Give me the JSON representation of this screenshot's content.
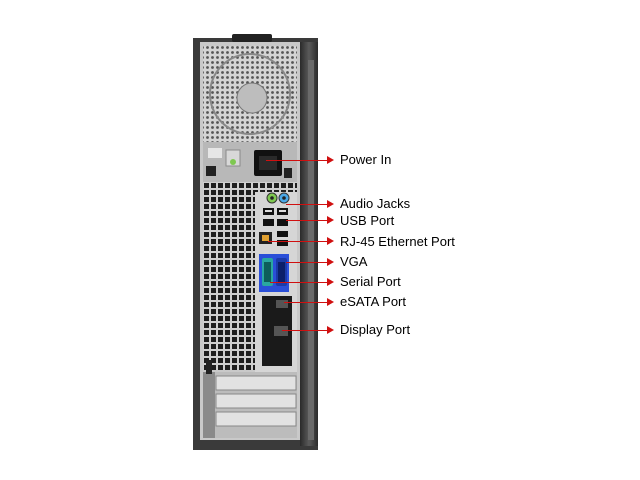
{
  "labels": {
    "power_in": "Power In",
    "audio_jacks": "Audio Jacks",
    "usb_port": "USB Port",
    "rj45_port": "RJ-45 Ethernet Port",
    "vga": "VGA",
    "serial_port": "Serial Port",
    "esata_port": "eSATA Port",
    "display_port": "Display Port"
  },
  "colors": {
    "arrow": "#d01010",
    "chassis": "#3a3a3a",
    "panel": "#c9c9c9",
    "vga_blue": "#2a4fd8",
    "audio_green": "#7ec850",
    "audio_blue": "#4aa8e8",
    "serial_teal": "#2aa7a0"
  }
}
